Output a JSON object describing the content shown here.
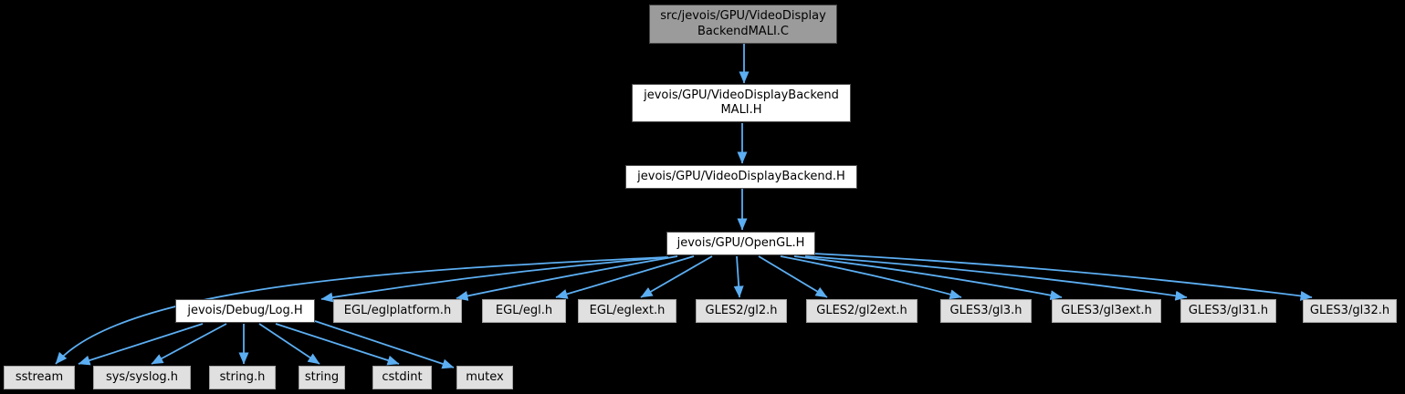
{
  "diagram": {
    "kind": "include-dependency-graph",
    "root_file": "src/jevois/GPU/VideoDisplayBackendMALI.C"
  },
  "colors": {
    "background": "#000000",
    "edge": "#5caef2",
    "text": "#000000",
    "node_fill": "#ffffff",
    "node_border": "#4e4e4e",
    "focus_fill": "#9b9b9b",
    "focus_border": "#474747",
    "leaf_fill": "#e0e0e0",
    "leaf_border": "#a2a2a2"
  },
  "nodes": {
    "mali_c": {
      "line1": "src/jevois/GPU/VideoDisplay",
      "line2": "BackendMALI.C"
    },
    "mali_h": {
      "line1": "jevois/GPU/VideoDisplayBackend",
      "line2": "MALI.H"
    },
    "backend_h": {
      "label": "jevois/GPU/VideoDisplayBackend.H"
    },
    "opengl_h": {
      "label": "jevois/GPU/OpenGL.H"
    },
    "log_h": {
      "label": "jevois/Debug/Log.H"
    },
    "eglplatform": {
      "label": "EGL/eglplatform.h"
    },
    "egl": {
      "label": "EGL/egl.h"
    },
    "eglext": {
      "label": "EGL/eglext.h"
    },
    "gl2": {
      "label": "GLES2/gl2.h"
    },
    "gl2ext": {
      "label": "GLES2/gl2ext.h"
    },
    "gl3": {
      "label": "GLES3/gl3.h"
    },
    "gl3ext": {
      "label": "GLES3/gl3ext.h"
    },
    "gl31": {
      "label": "GLES3/gl31.h"
    },
    "gl32": {
      "label": "GLES3/gl32.h"
    },
    "sstream": {
      "label": "sstream"
    },
    "syslog": {
      "label": "sys/syslog.h"
    },
    "string_h": {
      "label": "string.h"
    },
    "string": {
      "label": "string"
    },
    "cstdint": {
      "label": "cstdint"
    },
    "mutex": {
      "label": "mutex"
    }
  },
  "edges": [
    {
      "from": "src/jevois/GPU/VideoDisplayBackendMALI.C",
      "to": "jevois/GPU/VideoDisplayBackendMALI.H"
    },
    {
      "from": "jevois/GPU/VideoDisplayBackendMALI.H",
      "to": "jevois/GPU/VideoDisplayBackend.H"
    },
    {
      "from": "jevois/GPU/VideoDisplayBackend.H",
      "to": "jevois/GPU/OpenGL.H"
    },
    {
      "from": "jevois/GPU/OpenGL.H",
      "to": "jevois/Debug/Log.H"
    },
    {
      "from": "jevois/GPU/OpenGL.H",
      "to": "sstream"
    },
    {
      "from": "jevois/GPU/OpenGL.H",
      "to": "EGL/eglplatform.h"
    },
    {
      "from": "jevois/GPU/OpenGL.H",
      "to": "EGL/egl.h"
    },
    {
      "from": "jevois/GPU/OpenGL.H",
      "to": "EGL/eglext.h"
    },
    {
      "from": "jevois/GPU/OpenGL.H",
      "to": "GLES2/gl2.h"
    },
    {
      "from": "jevois/GPU/OpenGL.H",
      "to": "GLES2/gl2ext.h"
    },
    {
      "from": "jevois/GPU/OpenGL.H",
      "to": "GLES3/gl3.h"
    },
    {
      "from": "jevois/GPU/OpenGL.H",
      "to": "GLES3/gl3ext.h"
    },
    {
      "from": "jevois/GPU/OpenGL.H",
      "to": "GLES3/gl31.h"
    },
    {
      "from": "jevois/GPU/OpenGL.H",
      "to": "GLES3/gl32.h"
    },
    {
      "from": "jevois/Debug/Log.H",
      "to": "sstream"
    },
    {
      "from": "jevois/Debug/Log.H",
      "to": "sys/syslog.h"
    },
    {
      "from": "jevois/Debug/Log.H",
      "to": "string.h"
    },
    {
      "from": "jevois/Debug/Log.H",
      "to": "string"
    },
    {
      "from": "jevois/Debug/Log.H",
      "to": "cstdint"
    },
    {
      "from": "jevois/Debug/Log.H",
      "to": "mutex"
    }
  ]
}
